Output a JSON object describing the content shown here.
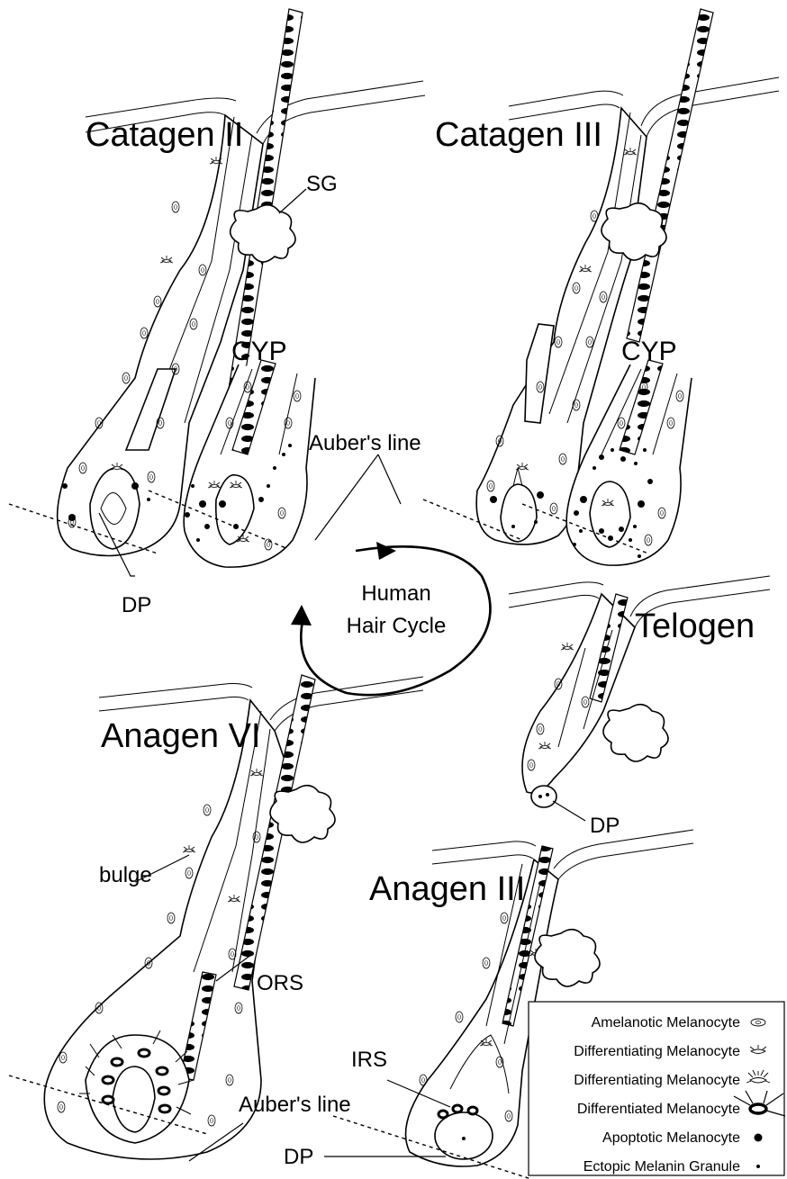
{
  "stages": {
    "catagen_ii": "Catagen II",
    "catagen_iii": "Catagen III",
    "telogen": "Telogen",
    "anagen_vi": "Anagen VI",
    "anagen_iii": "Anagen III"
  },
  "labels": {
    "sg": "SG",
    "cyp_left": "CYP",
    "cyp_right": "CYP",
    "aubers_line_top": "Auber's line",
    "aubers_line_bottom": "Auber's line",
    "dp_catagen": "DP",
    "dp_telogen": "DP",
    "dp_anagen": "DP",
    "bulge": "bulge",
    "ors": "ORS",
    "irs": "IRS"
  },
  "cycle": {
    "line1": "Human",
    "line2": "Hair Cycle"
  },
  "legend": {
    "items": [
      {
        "label": "Amelanotic Melanocyte",
        "icon": "amelanotic-melanocyte-icon"
      },
      {
        "label": "Differentiating Melanocyte",
        "icon": "differentiating-melanocyte-icon"
      },
      {
        "label": "Differentiating Melanocyte",
        "icon": "differentiating-melanocyte-dendritic-icon"
      },
      {
        "label": "Differentiated Melanocyte",
        "icon": "differentiated-melanocyte-icon"
      },
      {
        "label": "Apoptotic Melanocyte",
        "icon": "apoptotic-melanocyte-icon"
      },
      {
        "label": "Ectopic Melanin Granule",
        "icon": "ectopic-melanin-granule-icon"
      }
    ]
  }
}
